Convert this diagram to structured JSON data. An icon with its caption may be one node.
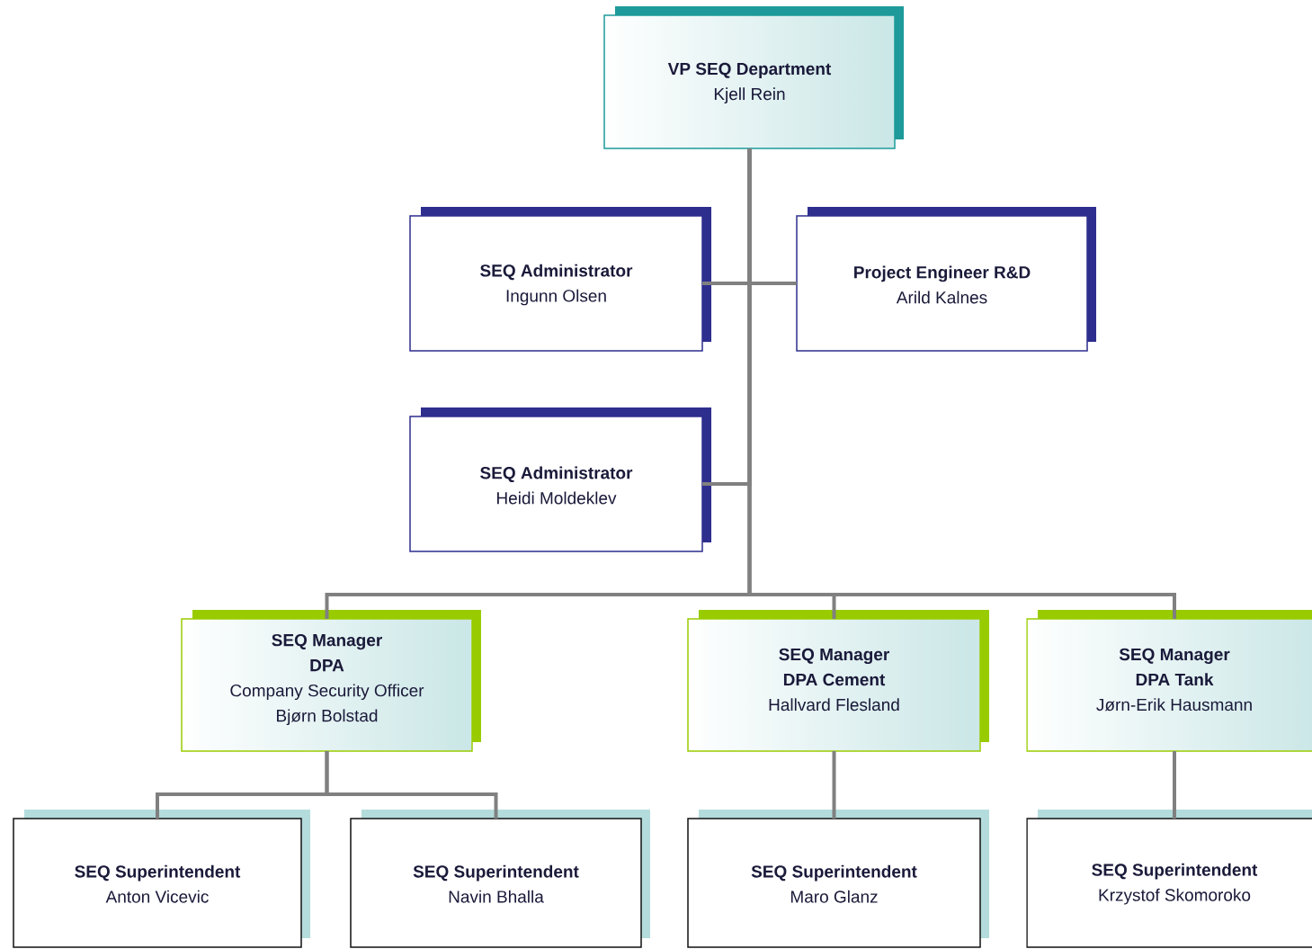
{
  "diagram": {
    "nodes": [
      {
        "text": [
          "VP SEQ Department",
          "Kjell Rein"
        ]
      },
      {
        "text": [
          "SEQ Administrator",
          "Ingunn Olsen"
        ]
      },
      {
        "text": [
          "Project Engineer R&D",
          "Arild Kalnes"
        ]
      },
      {
        "text": [
          "SEQ Administrator",
          "Heidi Moldeklev"
        ]
      },
      {
        "text": [
          "SEQ Manager",
          "DPA",
          "Company Security Officer",
          "Bjørn Bolstad"
        ]
      },
      {
        "text": [
          "SEQ Manager",
          "DPA Cement",
          "Hallvard Flesland"
        ]
      },
      {
        "text": [
          "SEQ Manager",
          "DPA Tank",
          "Jørn-Erik Hausmann"
        ]
      },
      {
        "text": [
          "SEQ Superintendent",
          "Anton Vicevic"
        ]
      },
      {
        "text": [
          "SEQ Superintendent",
          "Navin Bhalla"
        ]
      },
      {
        "text": [
          "SEQ Superintendent",
          "Maro Glanz"
        ]
      },
      {
        "text": [
          "SEQ Superintendent",
          "Krzystof Skomoroko"
        ]
      }
    ],
    "edges": [
      {
        "from": 0,
        "to": 1,
        "arrow": "none"
      },
      {
        "from": 0,
        "to": 2,
        "arrow": "none"
      },
      {
        "from": 0,
        "to": 3,
        "arrow": "none"
      },
      {
        "from": 0,
        "to": 4,
        "arrow": "none"
      },
      {
        "from": 0,
        "to": 5,
        "arrow": "none"
      },
      {
        "from": 0,
        "to": 6,
        "arrow": "none"
      },
      {
        "from": 4,
        "to": 7,
        "arrow": "none"
      },
      {
        "from": 4,
        "to": 8,
        "arrow": "none"
      },
      {
        "from": 5,
        "to": 9,
        "arrow": "none"
      },
      {
        "from": 6,
        "to": 10,
        "arrow": "none"
      }
    ]
  }
}
